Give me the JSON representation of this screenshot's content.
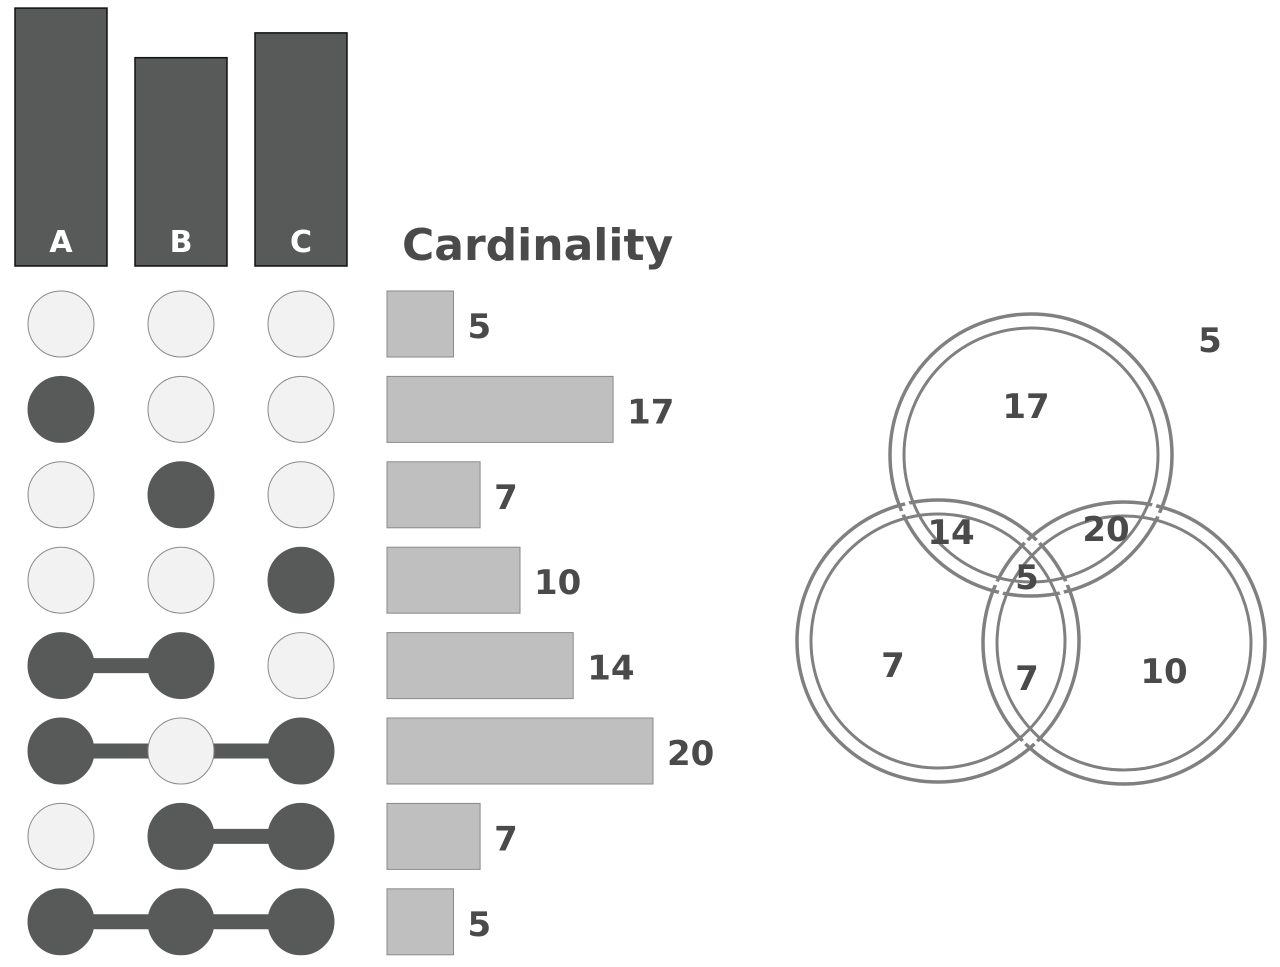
{
  "chart_data": [
    {
      "type": "bar",
      "categories": [
        "A",
        "B",
        "C"
      ],
      "values": [
        52,
        42,
        47
      ]
    },
    {
      "type": "bar",
      "title": "Cardinality",
      "sets": [
        "A",
        "B",
        "C"
      ],
      "rows": [
        {
          "members": [
            0,
            0,
            0
          ],
          "value": 5
        },
        {
          "members": [
            1,
            0,
            0
          ],
          "value": 17
        },
        {
          "members": [
            0,
            1,
            0
          ],
          "value": 7
        },
        {
          "members": [
            0,
            0,
            1
          ],
          "value": 10
        },
        {
          "members": [
            1,
            1,
            0
          ],
          "value": 14
        },
        {
          "members": [
            1,
            0,
            1
          ],
          "value": 20
        },
        {
          "members": [
            0,
            1,
            1
          ],
          "value": 7
        },
        {
          "members": [
            1,
            1,
            1
          ],
          "value": 5
        }
      ]
    },
    {
      "type": "venn",
      "regions": [
        {
          "id": "outside",
          "label": "5"
        },
        {
          "id": "A",
          "label": "17"
        },
        {
          "id": "B",
          "label": "7"
        },
        {
          "id": "C",
          "label": "10"
        },
        {
          "id": "AB",
          "label": "14"
        },
        {
          "id": "AC",
          "label": "20"
        },
        {
          "id": "BC",
          "label": "7"
        },
        {
          "id": "ABC",
          "label": "5"
        }
      ]
    }
  ],
  "colors": {
    "dark": "#585a5a",
    "light": "#f2f2f2",
    "bar": "#bfbfbf",
    "text": "#4a4a4a",
    "outline": "#808080"
  }
}
